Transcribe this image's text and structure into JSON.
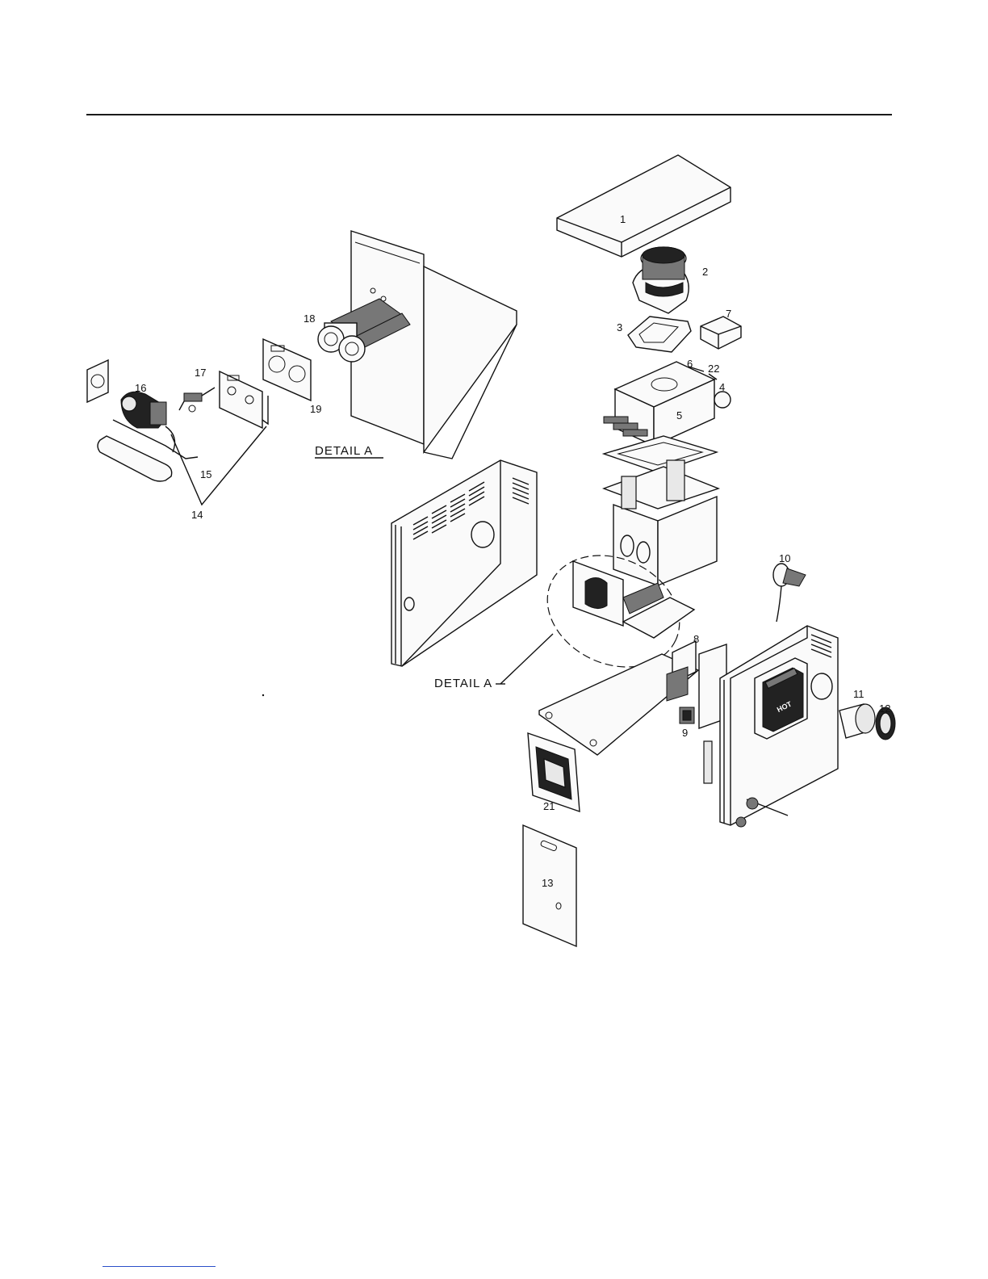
{
  "diagram": {
    "callouts": [
      "1",
      "2",
      "3",
      "4",
      "5",
      "6",
      "7",
      "8",
      "9",
      "10",
      "11",
      "12",
      "13",
      "14",
      "15",
      "16",
      "17",
      "18",
      "19",
      "21",
      "22"
    ],
    "detail_title": "DETAIL A",
    "detail_pointer": "DETAIL A",
    "hot_label": "HOT"
  }
}
